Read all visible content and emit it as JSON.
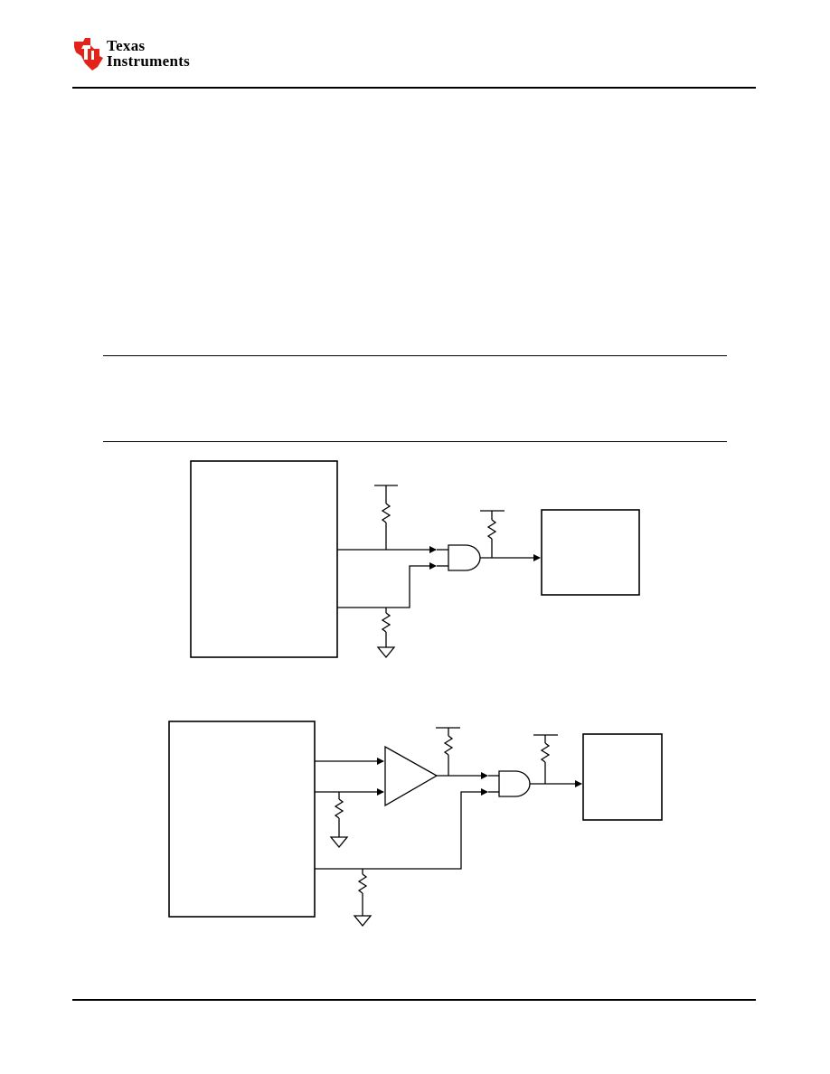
{
  "header": {
    "brand": {
      "line1": "Texas",
      "line2": "Instruments",
      "logo_color": "#e2231a"
    }
  },
  "diagrams": [
    {
      "components": [
        "processor-block",
        "pull-up-resistor",
        "pull-down-resistor",
        "and-gate",
        "output-pull-up-resistor",
        "target-block",
        "ground-symbol"
      ]
    },
    {
      "components": [
        "processor-block",
        "op-amp",
        "pull-down-resistor",
        "pull-up-resistor",
        "and-gate",
        "output-pull-up-resistor",
        "target-block",
        "ground-symbol"
      ]
    }
  ]
}
